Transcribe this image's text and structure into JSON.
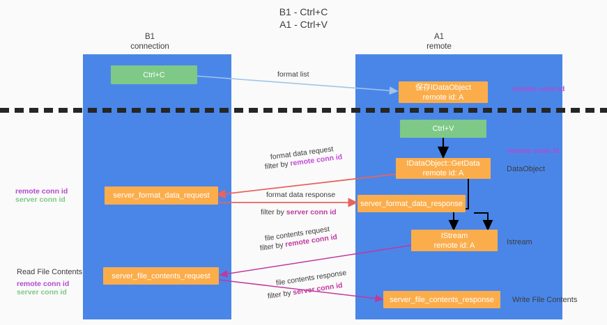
{
  "title": {
    "line1": "B1 - Ctrl+C",
    "line2": "A1 - Ctrl+V"
  },
  "columns": [
    {
      "id": "b1",
      "name": "B1",
      "role": "connection"
    },
    {
      "id": "a1",
      "name": "A1",
      "role": "remote"
    }
  ],
  "boxes": {
    "ctrl_c": {
      "label": "Ctrl+C",
      "color": "#7ec987"
    },
    "save_idataobject": {
      "line1": "保存IDataObject",
      "line2": "remote id: A",
      "color": "#fbad4b"
    },
    "ctrl_v": {
      "label": "Ctrl+V",
      "color": "#7ec987"
    },
    "getdata": {
      "line1": "IDataObject::GetData",
      "line2": "remote id: A",
      "color": "#fbad4b"
    },
    "server_format_data_request": {
      "label": "server_format_data_request",
      "color": "#fbad4b"
    },
    "server_format_data_response": {
      "label": "server_format_data_response",
      "color": "#fbad4b"
    },
    "istream": {
      "line1": "IStream",
      "line2": "remote id: A",
      "color": "#fbad4b"
    },
    "server_file_contents_request": {
      "label": "server_file_contents_request",
      "color": "#fbad4b"
    },
    "server_file_contents_response": {
      "label": "server_file_contents_response",
      "color": "#fbad4b"
    }
  },
  "edges": {
    "format_list": {
      "label": "format list"
    },
    "format_data_request": {
      "line1": "format data request",
      "filter_prefix": "filter by ",
      "filter_key": "remote conn id"
    },
    "format_data_response": {
      "line1": "format data response",
      "filter_prefix": "filter by ",
      "filter_key": "server conn id"
    },
    "file_contents_request": {
      "line1": "file contents request",
      "filter_prefix": "filter by ",
      "filter_key": "remote conn id"
    },
    "file_contents_response": {
      "line1": "file contents response",
      "filter_prefix": "filter by ",
      "filter_key": "server conn id"
    }
  },
  "annotations": {
    "right_remote_conn_id_top": "remote conn id",
    "right_remote_conn_id_mid": "remote conn id",
    "right_dataobject": "DataObject",
    "right_istream": "Istream",
    "right_write_file_contents": "Write File Contents",
    "left_remote_conn_id_mid": "remote conn id",
    "left_server_conn_id_mid": "server conn id",
    "left_read_file_contents": "Read File Contents",
    "left_remote_conn_id_bottom": "remote conn id",
    "left_server_conn_id_bottom": "server conn id"
  },
  "colors": {
    "lane": "#4a86e8",
    "green_box": "#7ec987",
    "orange_box": "#fbad4b",
    "purple": "#b14ad1",
    "magenta": "#c0399f",
    "red_arrow": "#e8635f",
    "blue_arrow": "#9fc5e8",
    "black_arrow": "#000000",
    "background": "#fafafa"
  }
}
